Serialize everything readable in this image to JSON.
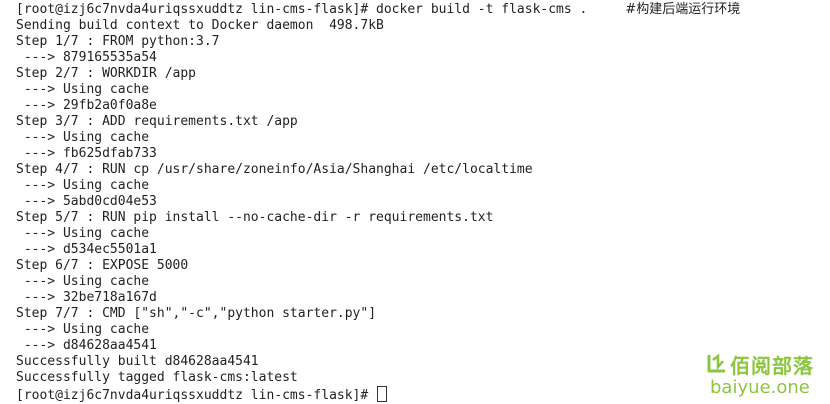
{
  "terminal": {
    "command_line": {
      "prompt": "[root@izj6c7nvda4uriqssxuddtz lin-cms-flask]# ",
      "command": "docker build -t flask-cms .",
      "comment": "#构建后端运行环境"
    },
    "output": [
      "Sending build context to Docker daemon  498.7kB",
      "Step 1/7 : FROM python:3.7",
      " ---> 879165535a54",
      "Step 2/7 : WORKDIR /app",
      " ---> Using cache",
      " ---> 29fb2a0f0a8e",
      "Step 3/7 : ADD requirements.txt /app",
      " ---> Using cache",
      " ---> fb625dfab733",
      "Step 4/7 : RUN cp /usr/share/zoneinfo/Asia/Shanghai /etc/localtime",
      " ---> Using cache",
      " ---> 5abd0cd04e53",
      "Step 5/7 : RUN pip install --no-cache-dir -r requirements.txt",
      " ---> Using cache",
      " ---> d534ec5501a1",
      "Step 6/7 : EXPOSE 5000",
      " ---> Using cache",
      " ---> 32be718a167d",
      "Step 7/7 : CMD [\"sh\",\"-c\",\"python starter.py\"]",
      " ---> Using cache",
      " ---> d84628aa4541",
      "Successfully built d84628aa4541",
      "Successfully tagged flask-cms:latest"
    ],
    "final_prompt": "[root@izj6c7nvda4uriqssxuddtz lin-cms-flask]# "
  },
  "watermark": {
    "name": "佰阅部落",
    "url": "baiyue.one",
    "color": "#8cc63f"
  },
  "colors": {
    "background": "#ffffff",
    "text": "#222222"
  }
}
